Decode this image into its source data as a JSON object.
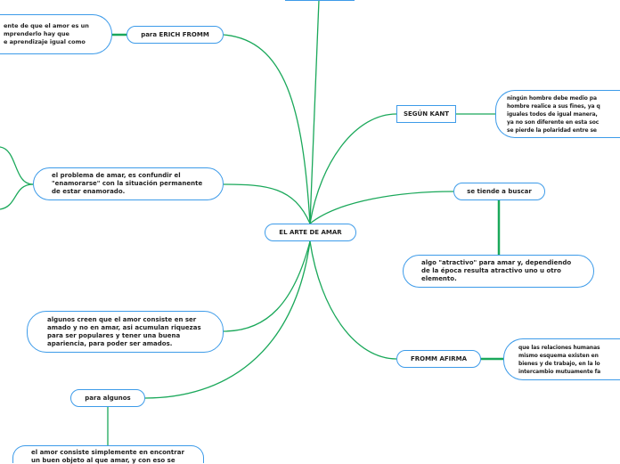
{
  "center": {
    "label": "EL ARTE DE AMAR"
  },
  "nodes": {
    "erich_fromm": "para ERICH FROMM",
    "erich_fromm_text": "ente de que el amor es un\nmprenderlo hay que\ne aprendizaje igual como",
    "problema": "el problema de amar, es confundir el\n\"enamorarse\" con la situación permanente\nde estar enamorado.",
    "algunos_creen": "algunos creen que el amor consiste en ser\namado y no en amar, asi acumulan riquezas\npara ser populares y tener una buena\napariencia, para poder ser amados.",
    "para_algunos": "para algunos",
    "para_algunos_text": "el amor consiste simplemente en encontrar\nun buen objeto al que amar, y con eso se",
    "kant": "SEGÚN KANT",
    "kant_text": "ningún hombre debe medio pa\nhombre realice a sus fines, ya q\niguales todos de igual manera,\nya no son diferente en esta soc\nse pierde la polaridad entre se",
    "tiende": "se tiende a buscar",
    "atractivo": "algo \"atractivo\" para amar y, dependiendo\nde la época resulta atractivo uno u otro\nelemento.",
    "fromm_afirma": "FROMM AFIRMA",
    "fromm_afirma_text": "que las relaciones humanas\nmismo esquema existen en\nbienes y de trabajo, en la lo\nintercambio mutuamente fa"
  },
  "colors": {
    "link": "#1aa85a",
    "border": "#3d9be9"
  }
}
